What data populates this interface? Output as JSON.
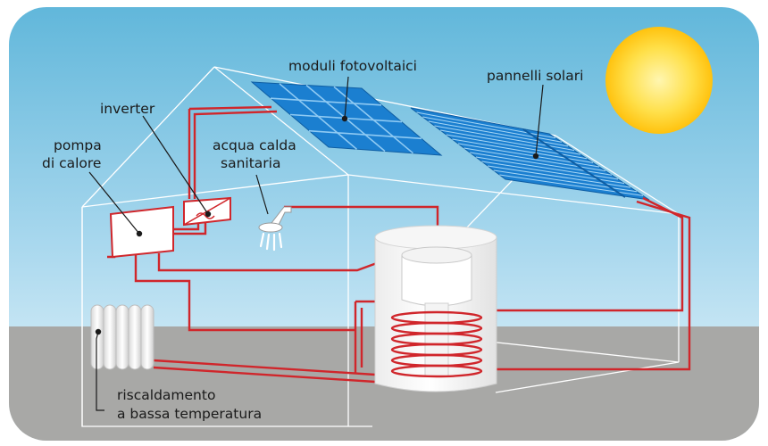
{
  "labels": {
    "photovoltaic": "moduli fotovoltaici",
    "solar_panels": "pannelli solari",
    "inverter": "inverter",
    "heat_pump_line1": "pompa",
    "heat_pump_line2": "di calore",
    "hot_water_line1": "acqua calda",
    "hot_water_line2": "sanitaria",
    "heating_line1": "riscaldamento",
    "heating_line2": "a bassa temperatura"
  },
  "colors": {
    "sky_top": "#5fb6da",
    "sky_bottom": "#e9f5fb",
    "ground": "#a8a8a6",
    "pipe": "#d0262b",
    "pv_blue": "#1b7fd0",
    "sun": "#ffd21a",
    "house_outline": "#ffffff"
  }
}
